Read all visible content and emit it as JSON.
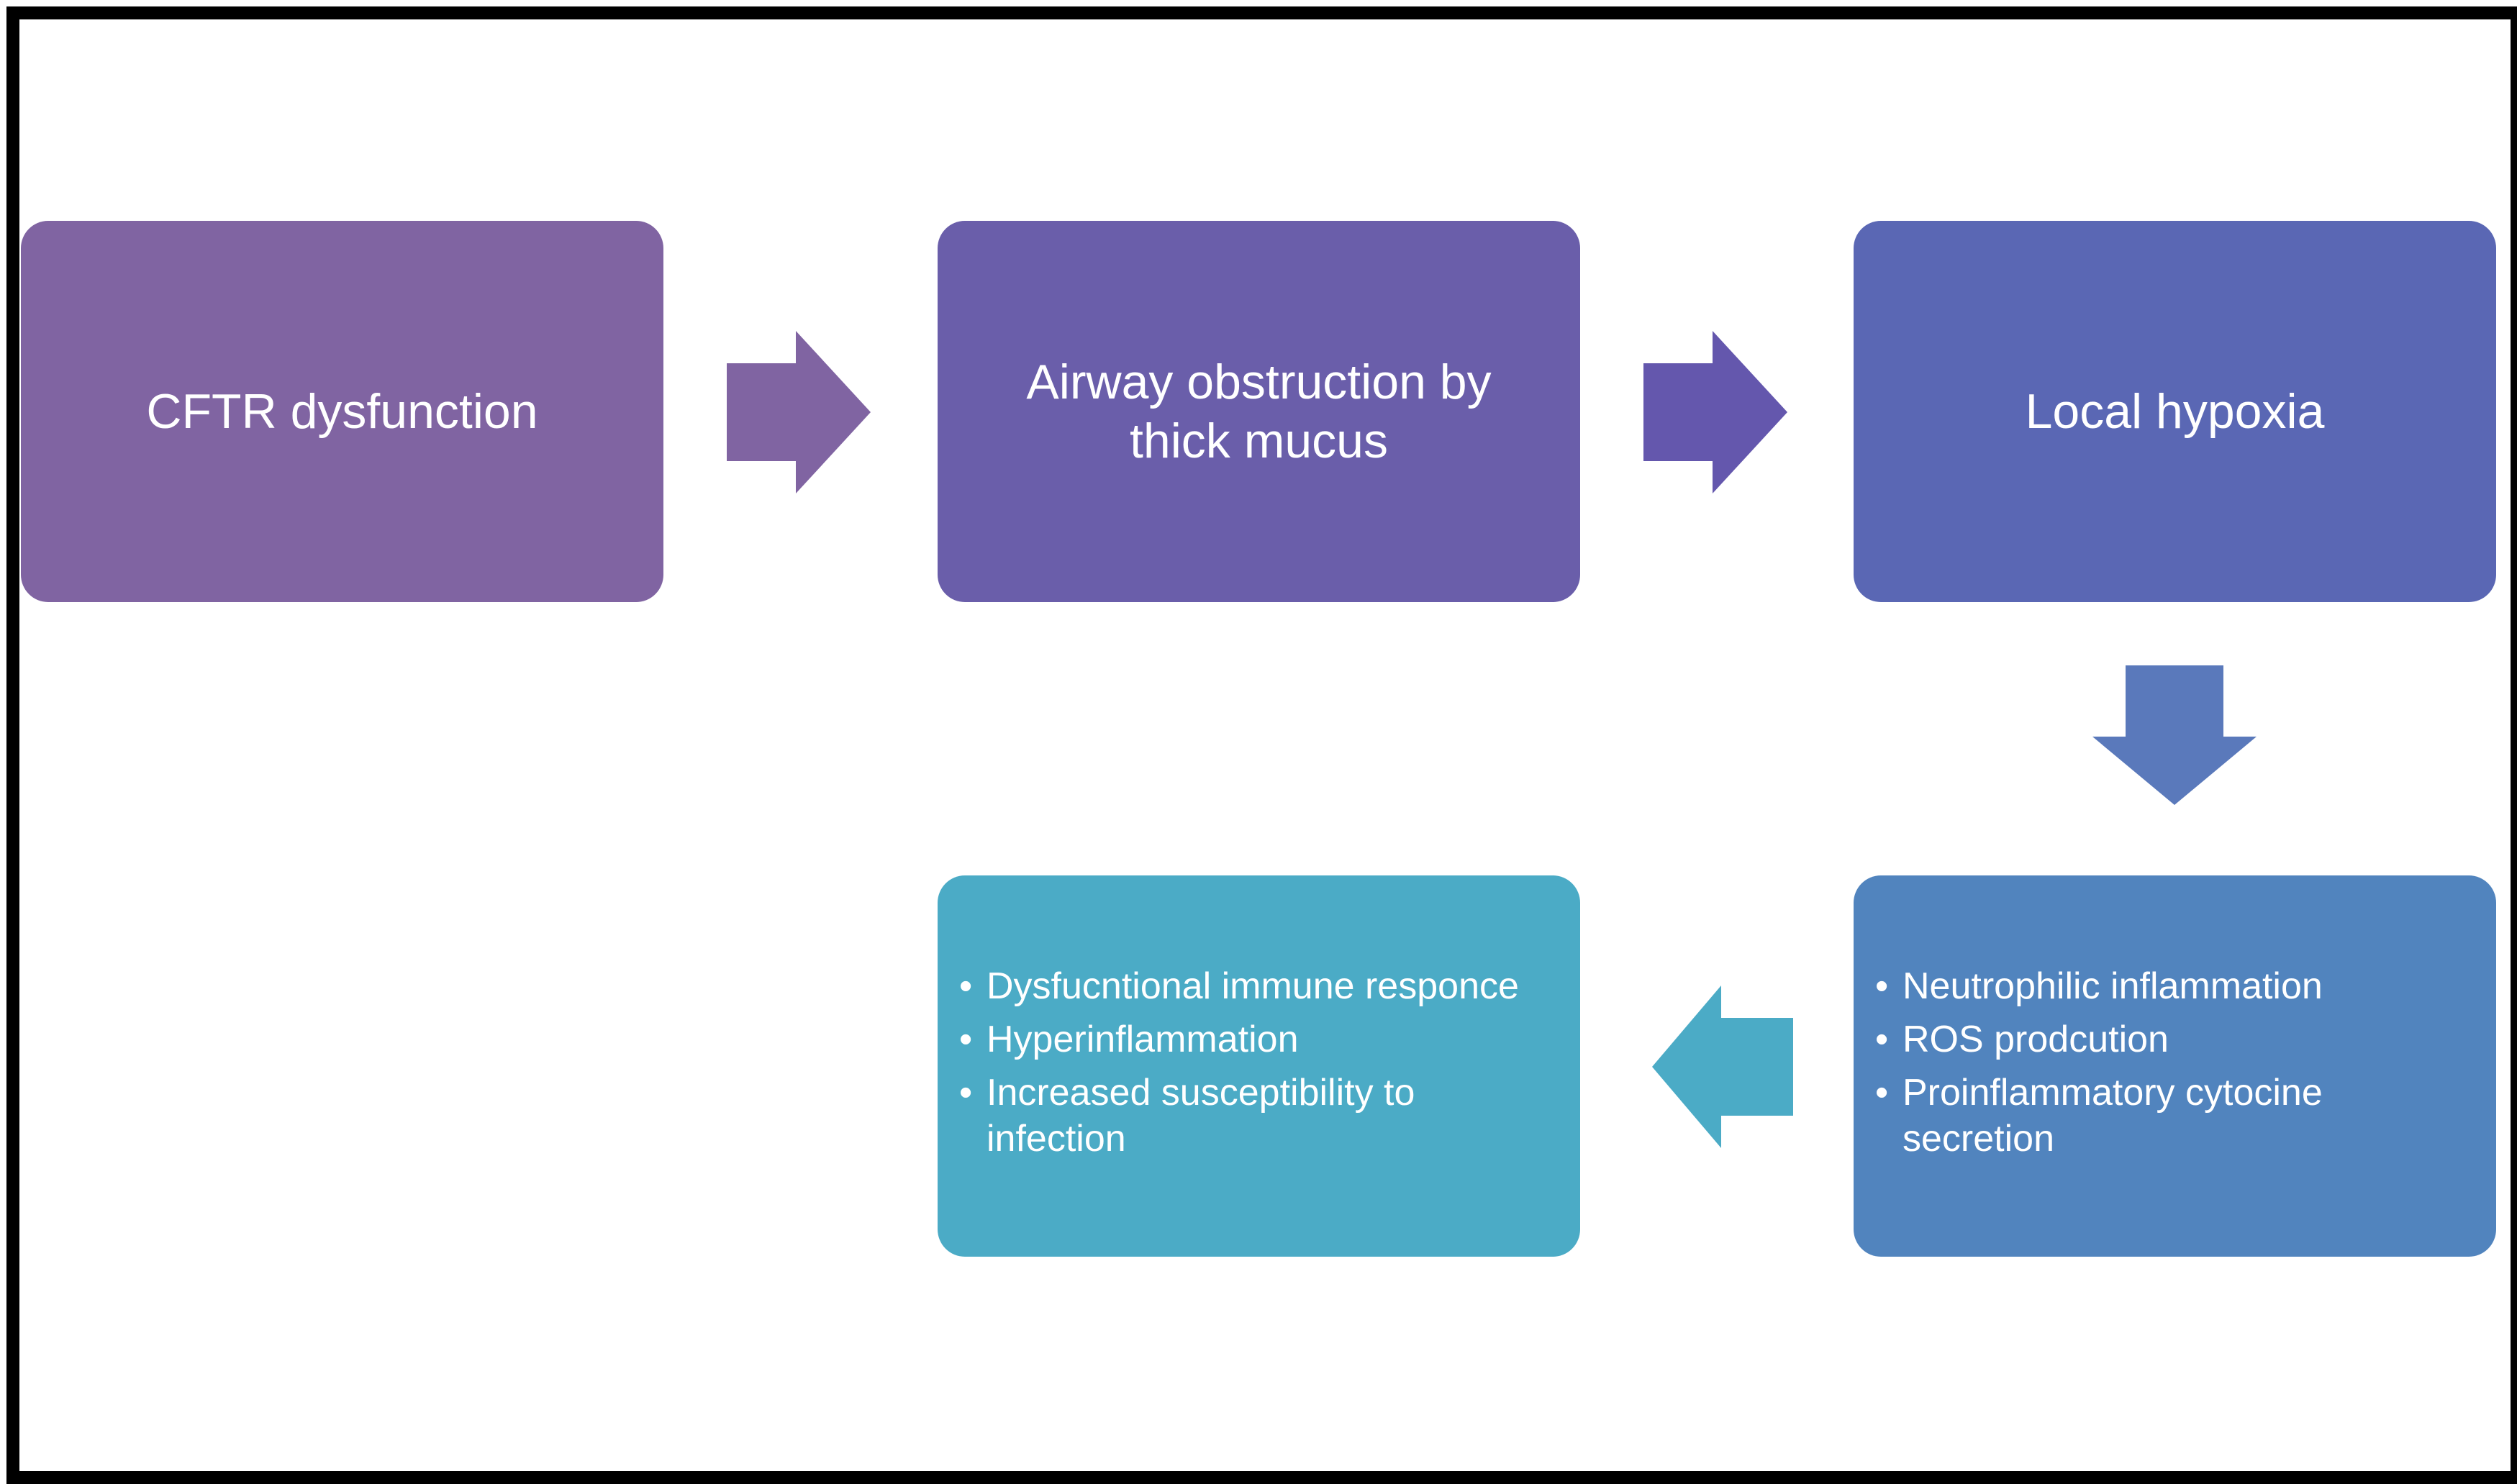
{
  "colors": {
    "box1": "#8064a2",
    "box2": "#6a5eaa",
    "box3": "#5a67b4",
    "box4": "#5184be",
    "box5": "#4babc6",
    "arrow1": "#8064a2",
    "arrow2": "#6457ad",
    "arrow3": "#5a79bb",
    "arrow4": "#4babc6",
    "frame": "#000000"
  },
  "diagram": {
    "box1": {
      "text": "CFTR dysfunction"
    },
    "box2": {
      "text_line1": "Airway obstruction by",
      "text_line2": "thick mucus"
    },
    "box3": {
      "text": "Local hypoxia"
    },
    "box4": {
      "items": [
        "Neutrophilic inflammation",
        "ROS prodcution",
        "Proinflammatory cytocine secretion"
      ]
    },
    "box5": {
      "items": [
        "Dysfucntional immune responce",
        "Hyperinflammation",
        "Increased susceptibility to infection"
      ]
    }
  }
}
